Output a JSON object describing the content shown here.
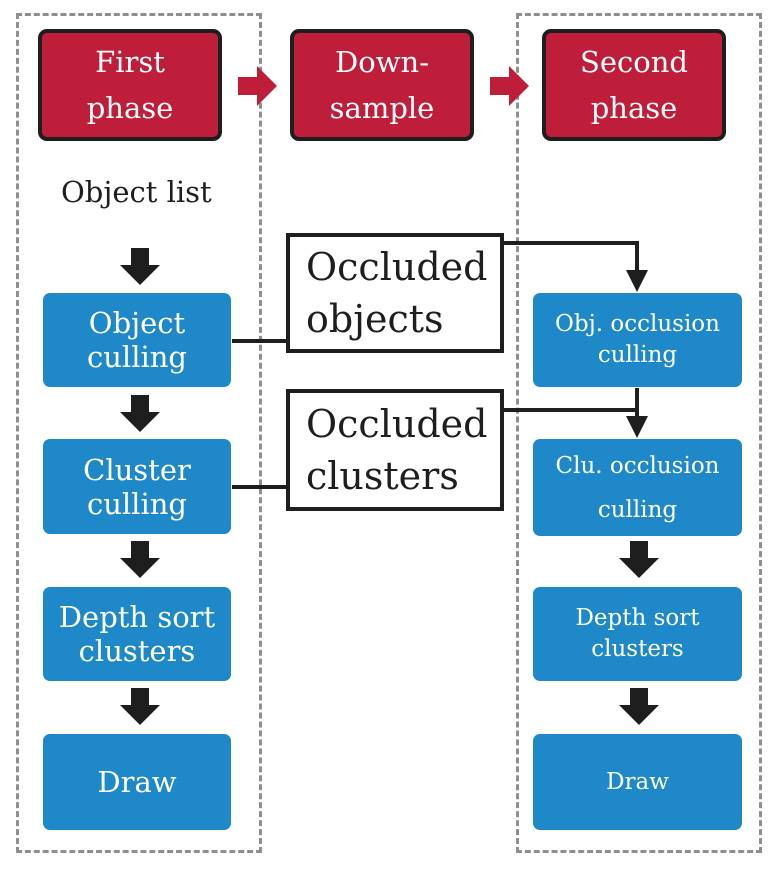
{
  "phases": {
    "first": "First\nphase",
    "downsample": "Down-\nsample",
    "second": "Second\nphase"
  },
  "first_phase": {
    "input_label": "Object list",
    "steps": [
      "Object\nculling",
      "Cluster\nculling",
      "Depth sort\nclusters",
      "Draw"
    ]
  },
  "outputs": {
    "occluded_objects": "Occluded\nobjects",
    "occluded_clusters": "Occluded\nclusters"
  },
  "second_phase": {
    "steps": [
      "Obj. occlusion\nculling",
      "Clu. occlusion\nculling",
      "Depth sort\nclusters",
      "Draw"
    ]
  },
  "colors": {
    "phase_box": "#bf1e3a",
    "step_box": "#1e88c9",
    "connector": "#1e1e1e",
    "dashed_group": "#8f8f8f"
  }
}
